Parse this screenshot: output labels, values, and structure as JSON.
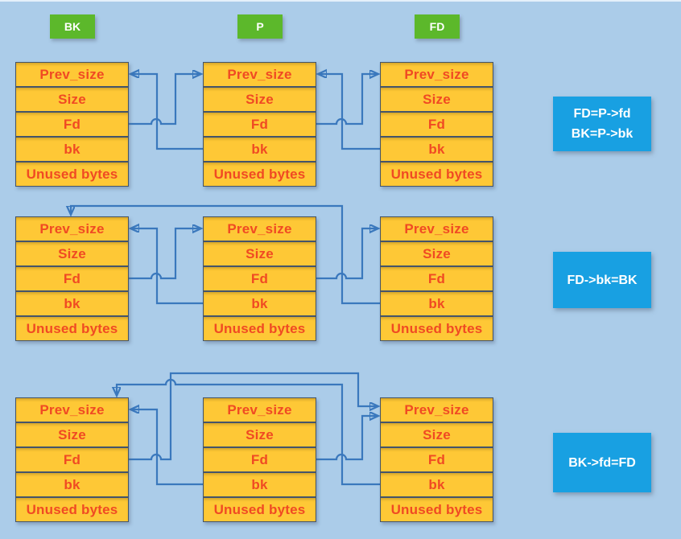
{
  "palette": {
    "bg_color": "#abcce9",
    "chunk_fill": "#fec836",
    "chunk_border": "#44546a",
    "field_text": "#f04a23",
    "label_green": "#5cb82b",
    "note_blue": "#18a0e2",
    "note_text": "#ffffff",
    "arrow_color": "#3a78bd"
  },
  "chunk_fields": [
    "Prev_size",
    "Size",
    "Fd",
    "bk",
    "Unused bytes"
  ],
  "columns": [
    {
      "id": "BK",
      "label": "BK"
    },
    {
      "id": "P",
      "label": "P"
    },
    {
      "id": "FD",
      "label": "FD"
    }
  ],
  "rows": [
    {
      "note_lines": [
        "FD=P->fd",
        "BK=P->bk"
      ],
      "pointers": [
        {
          "from": "BK.Fd",
          "to": "P"
        },
        {
          "from": "P.bk",
          "to": "BK"
        },
        {
          "from": "P.Fd",
          "to": "FD"
        },
        {
          "from": "FD.bk",
          "to": "P"
        }
      ]
    },
    {
      "note_lines": [
        "FD->bk=BK"
      ],
      "pointers": [
        {
          "from": "BK.Fd",
          "to": "P"
        },
        {
          "from": "P.bk",
          "to": "BK"
        },
        {
          "from": "P.Fd",
          "to": "FD"
        },
        {
          "from": "FD.bk",
          "to": "BK"
        }
      ]
    },
    {
      "note_lines": [
        "BK->fd=FD"
      ],
      "pointers": [
        {
          "from": "BK.Fd",
          "to": "FD"
        },
        {
          "from": "P.bk",
          "to": "BK"
        },
        {
          "from": "P.Fd",
          "to": "FD"
        },
        {
          "from": "FD.bk",
          "to": "BK"
        }
      ]
    }
  ]
}
